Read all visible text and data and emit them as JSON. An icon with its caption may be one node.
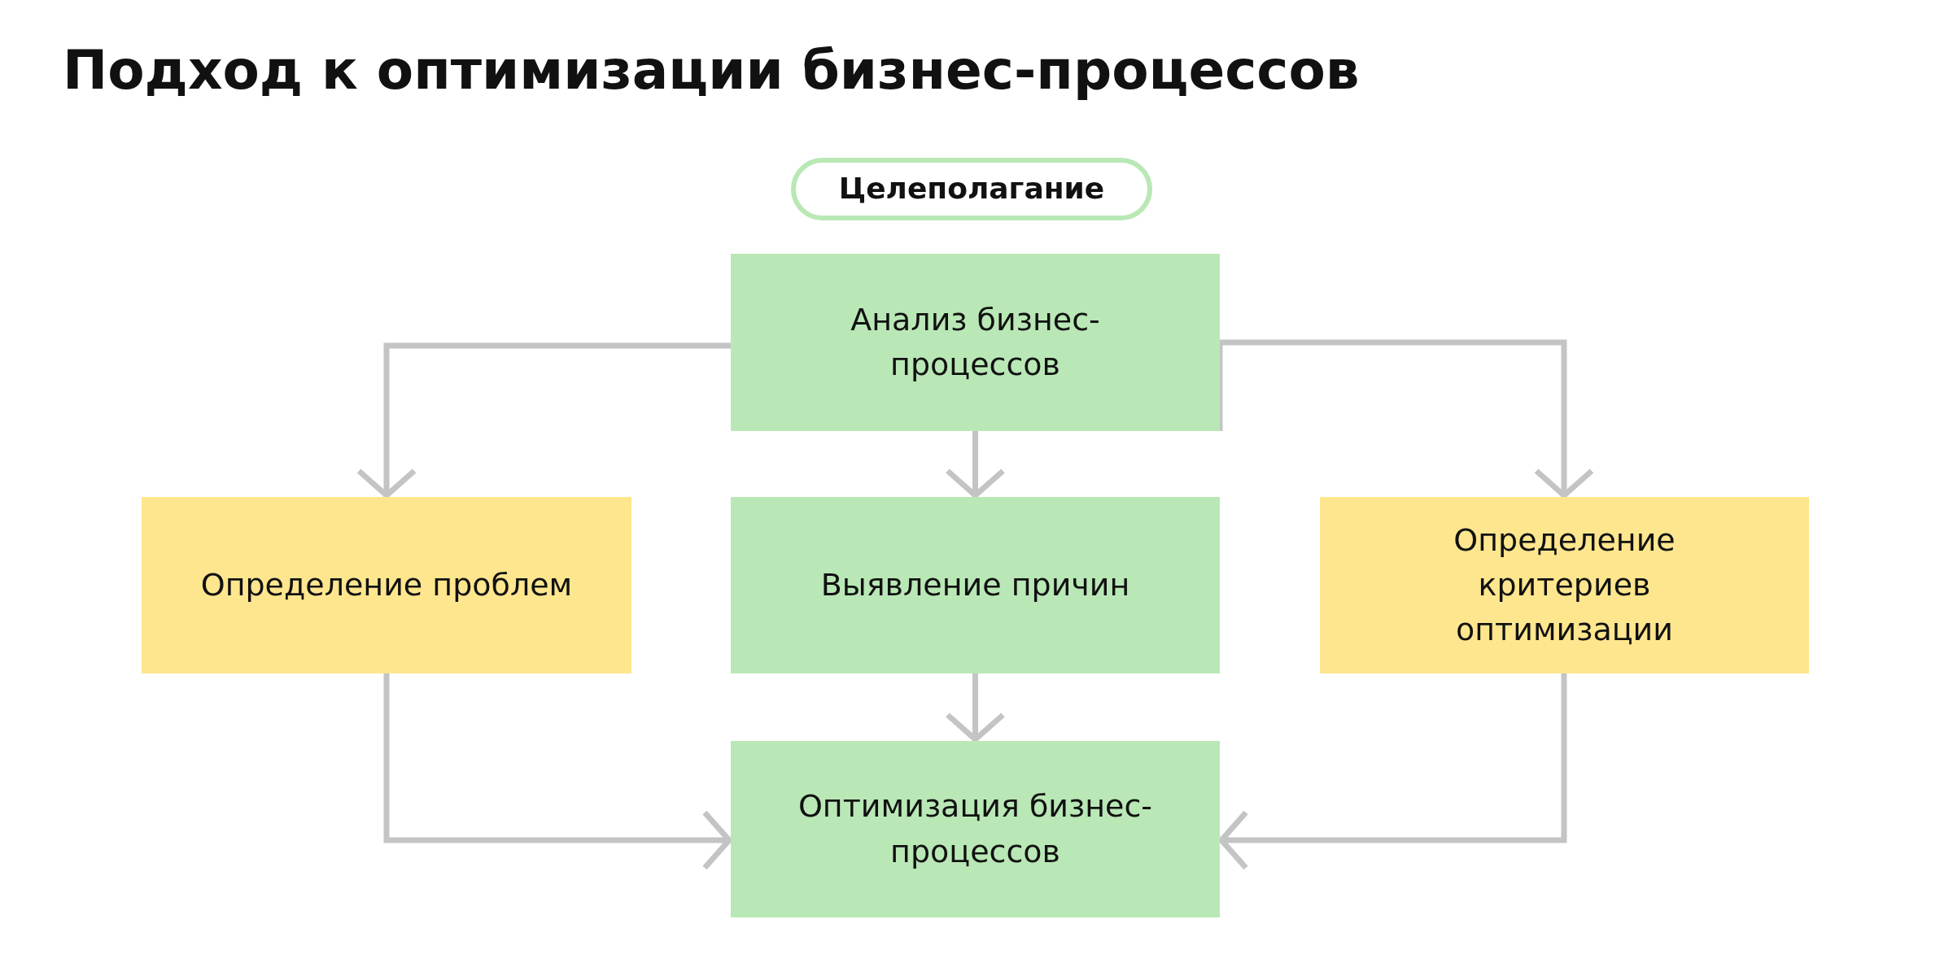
{
  "diagram": {
    "title": "Подход к оптимизации бизнес-процессов",
    "nodes": [
      {
        "text": [
          "Целеполагание"
        ]
      },
      {
        "text": [
          "Анализ бизнес-процессов"
        ]
      },
      {
        "text": [
          "Определение проблем"
        ]
      },
      {
        "text": [
          "Выявление причин"
        ]
      },
      {
        "text": [
          "Определение критериев оптимизации"
        ]
      },
      {
        "text": [
          "Оптимизация бизнес-процессов"
        ]
      }
    ],
    "edges": [
      {
        "from": 1,
        "to": 2,
        "arrow": "to"
      },
      {
        "from": 1,
        "to": 3,
        "arrow": "to"
      },
      {
        "from": 1,
        "to": 4,
        "arrow": "to"
      },
      {
        "from": 3,
        "to": 5,
        "arrow": "to"
      },
      {
        "from": 2,
        "to": 5,
        "arrow": "to"
      },
      {
        "from": 4,
        "to": 5,
        "arrow": "to"
      }
    ]
  }
}
